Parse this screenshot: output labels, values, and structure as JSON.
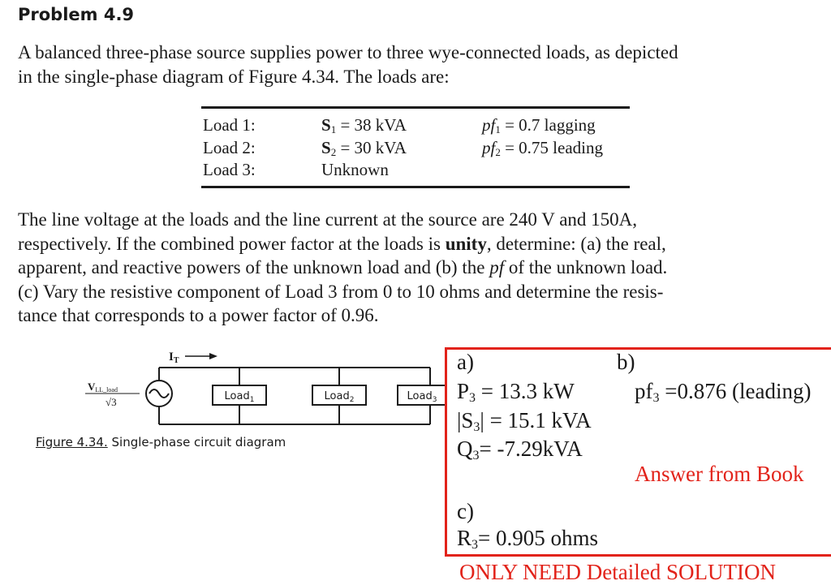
{
  "problem": {
    "heading": "Problem 4.9",
    "intro_lines": [
      "A balanced three-phase source supplies power to three wye-connected loads, as depicted",
      "in the single-phase diagram of Figure 4.34. The loads are:"
    ],
    "table": {
      "rows": [
        {
          "label": "Load 1:",
          "s_prefix": "S",
          "s_sub": "1",
          "s_value": " = 38 kVA",
          "pf_prefix": "pf",
          "pf_sub": "1",
          "pf_value": " = 0.7 lagging"
        },
        {
          "label": "Load 2:",
          "s_prefix": "S",
          "s_sub": "2",
          "s_value": " = 30 kVA",
          "pf_prefix": "pf",
          "pf_sub": "2",
          "pf_value": " = 0.75 leading"
        },
        {
          "label": "Load 3:",
          "s_text": "Unknown"
        }
      ]
    },
    "body_lines": {
      "l1": "The line voltage at the loads and the line current at the source are 240 V and 150A,",
      "l2_a": "respectively. If the combined power factor at the loads is ",
      "l2_bold": "unity",
      "l2_b": ", determine: (a) the real,",
      "l3_a": "apparent, and reactive powers of the unknown load and (b) the ",
      "l3_italic": "pf",
      "l3_b": " of the unknown load.",
      "l4": "(c) Vary the resistive component of Load 3 from 0 to 10 ohms and determine the resis-",
      "l5": "tance that corresponds to a power factor of 0.96."
    }
  },
  "figure": {
    "current_label": "I",
    "current_sub": "T",
    "voltage_num": "V",
    "voltage_sub": "LL_load",
    "voltage_den": "√3",
    "load_prefix": "Load",
    "loads": [
      "1",
      "2",
      "3"
    ],
    "caption_number": "Figure 4.34.",
    "caption_text": " Single-phase circuit diagram"
  },
  "answers": {
    "a_label": "a)",
    "b_label": "b)",
    "c_label": "c)",
    "p3_prefix": "P",
    "p3_sub": "3",
    "p3_value": " = 13.3 kW",
    "s3_prefix": "|S",
    "s3_sub": "3",
    "s3_value": "| = 15.1 kVA",
    "q3_prefix": "Q",
    "q3_sub": "3",
    "q3_value": "= -7.29kVA",
    "pf3_prefix": "pf",
    "pf3_sub": "3",
    "pf3_value": " =0.876 (leading)",
    "book_note": "Answer from Book",
    "r3_prefix": "R",
    "r3_sub": "3",
    "r3_value": "= 0.905 ohms",
    "request_note": "ONLY NEED Detailed SOLUTION"
  },
  "colors": {
    "accent_red": "#e2231a",
    "text": "#1a1a1a"
  }
}
